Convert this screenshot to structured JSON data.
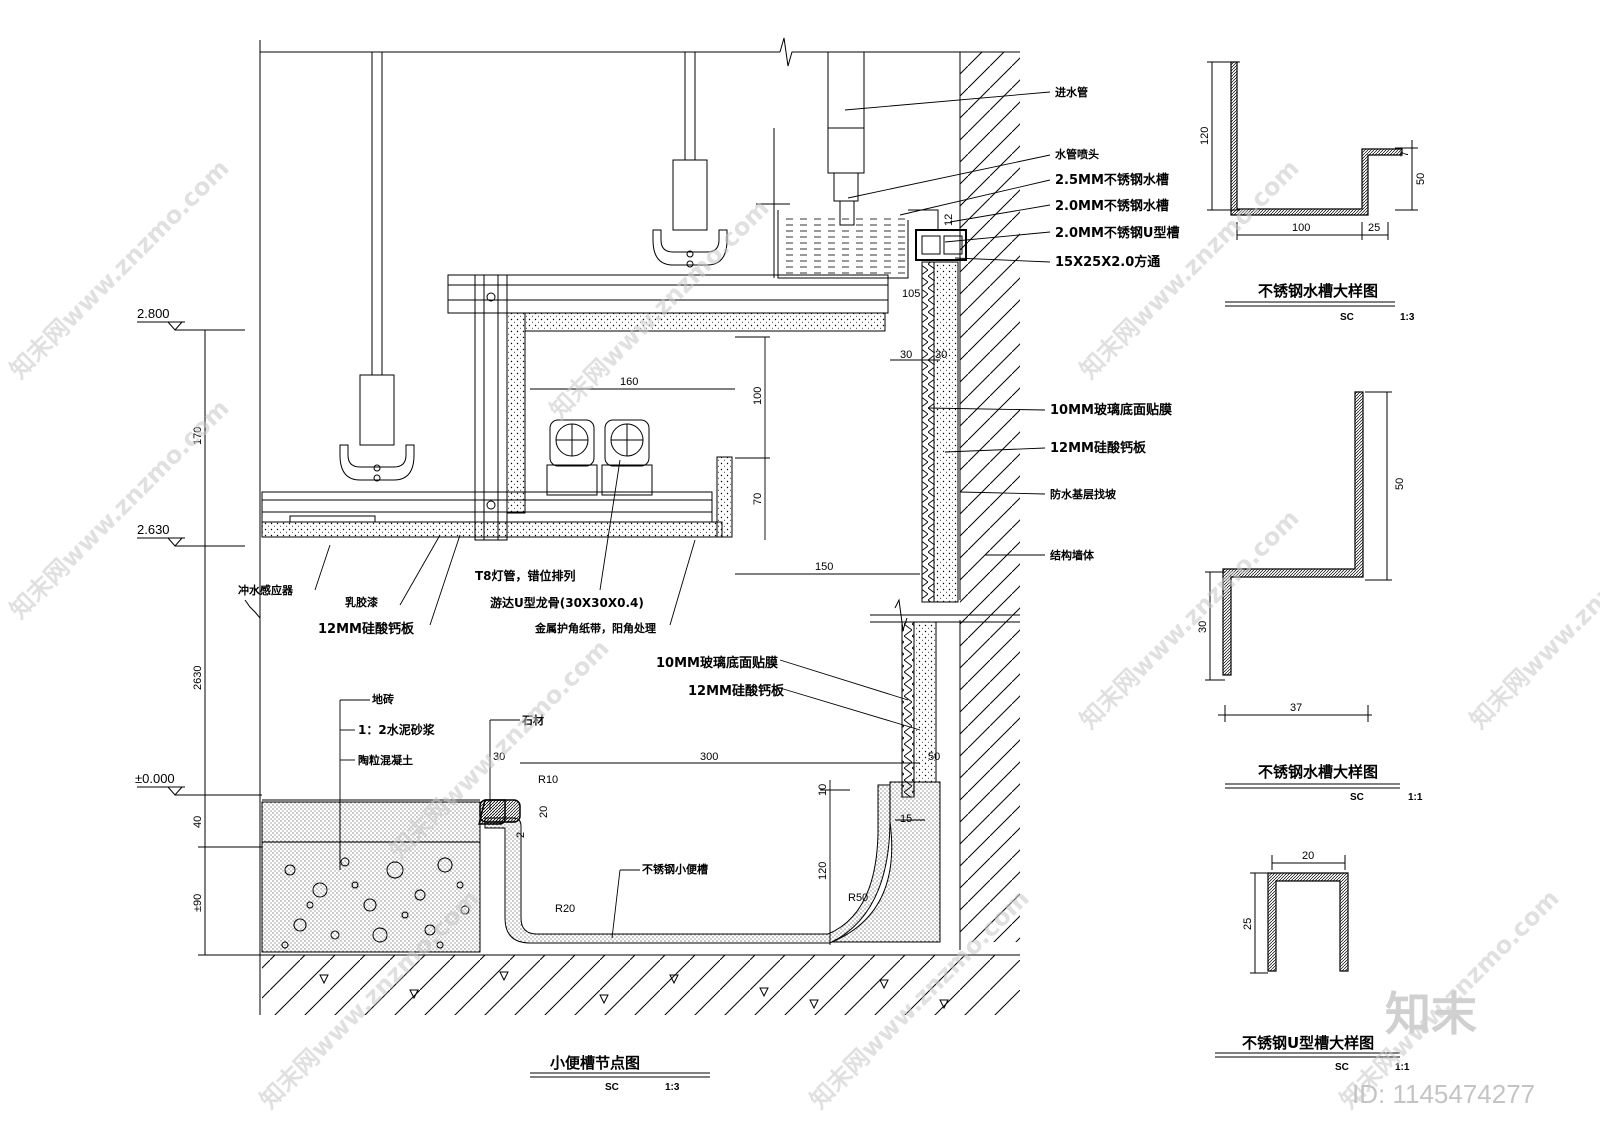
{
  "levels": {
    "l2800": "2.800",
    "l2630": "2.630",
    "l0": "±0.000"
  },
  "left_dims": {
    "d170": "170",
    "d2630": "2630",
    "d40": "40",
    "d90": "±90"
  },
  "ceiling_dims": {
    "d160": "160",
    "d100": "100",
    "d70": "70",
    "d150": "150",
    "d105": "105",
    "d30a": "30",
    "d30b": "30",
    "d12": "12"
  },
  "trough_dims": {
    "d30": "30",
    "d300": "300",
    "d50": "50",
    "r10": "R10",
    "d20": "20",
    "d2": "2",
    "d10": "10",
    "d120": "120",
    "r20": "R20",
    "r50": "R50",
    "d15": "15"
  },
  "labels_right": {
    "inlet_pipe": "进水管",
    "pipe_nozzle": "水管喷头",
    "sink_25": "2.5MM不锈钢水槽",
    "sink_20": "2.0MM不锈钢水槽",
    "u_channel": "2.0MM不锈钢U型槽",
    "square_tube": "15X25X2.0方通",
    "glass_film": "10MM玻璃底面贴膜",
    "plasterboard": "12MM硅酸钙板",
    "waterproof": "防水基层找坡",
    "struct_wall": "结构墙体"
  },
  "labels_ceiling": {
    "flush_sensor": "冲水感应器",
    "latex_paint": "乳胶漆",
    "board": "12MM硅酸钙板",
    "t8_lamp": "T8灯管，错位排列",
    "u_keel": "游达U型龙骨(30X30X0.4)",
    "corner_bead": "金属护角纸带，阳角处理"
  },
  "labels_lower": {
    "glass_film": "10MM玻璃底面贴膜",
    "plasterboard": "12MM硅酸钙板",
    "floor_tile": "地砖",
    "mortar": "1：2水泥砂浆",
    "ceramsite": "陶粒混凝土",
    "stone": "石材",
    "urinal_trough": "不锈钢小便槽"
  },
  "main_title": {
    "title": "小便槽节点图",
    "sc": "SC",
    "scale": "1:3"
  },
  "detail1": {
    "title": "不锈钢水槽大样图",
    "sc": "SC",
    "scale": "1:3",
    "d120": "120",
    "d100": "100",
    "d25": "25",
    "d50": "50",
    "d7": "7"
  },
  "detail2": {
    "title": "不锈钢水槽大样图",
    "sc": "SC",
    "scale": "1:1",
    "d50": "50",
    "d30": "30",
    "d37": "37"
  },
  "detail3": {
    "title": "不锈钢U型槽大样图",
    "sc": "SC",
    "scale": "1:1",
    "d20": "20",
    "d25": "25"
  },
  "watermarks": {
    "text": "知末网www.znzmo.com",
    "brand": "知末",
    "id": "ID: 1145474277"
  }
}
